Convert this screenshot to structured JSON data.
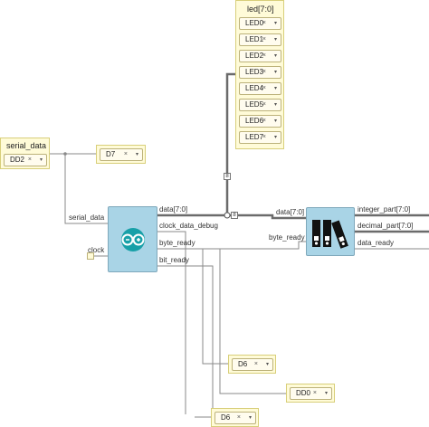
{
  "serial_data_group": {
    "title": "serial_data",
    "pin": "DD2"
  },
  "led_group": {
    "title": "led[7:0]",
    "pins": [
      "LED0",
      "LED1",
      "LED2",
      "LED3",
      "LED4",
      "LED5",
      "LED6",
      "LED7"
    ]
  },
  "pin_d7": "D7",
  "pin_d6a": "D6",
  "pin_dd0": "DD0",
  "pin_d6b": "D6",
  "pin_remove_glyph": "×",
  "pin_dropdown_glyph": "▾",
  "receiver": {
    "in_serial": "serial_data",
    "in_clock": "clock",
    "out_data": "data[7:0]",
    "out_clock_debug": "clock_data_debug",
    "out_byte_ready": "byte_ready",
    "out_bit_ready": "bit_ready"
  },
  "decoder": {
    "in_data": "data[7:0]",
    "in_byte_ready": "byte_ready",
    "out_integer": "integer_part[7:0]",
    "out_decimal": "decimal_part[7:0]",
    "out_data_ready": "data_ready"
  },
  "bus_width_label": "8",
  "bus_split_label": "8",
  "colors": {
    "component": "#a9d4e6",
    "group_bg": "#fffbd8",
    "wire": "#7a7a7a",
    "bus": "#6b6b6b"
  }
}
